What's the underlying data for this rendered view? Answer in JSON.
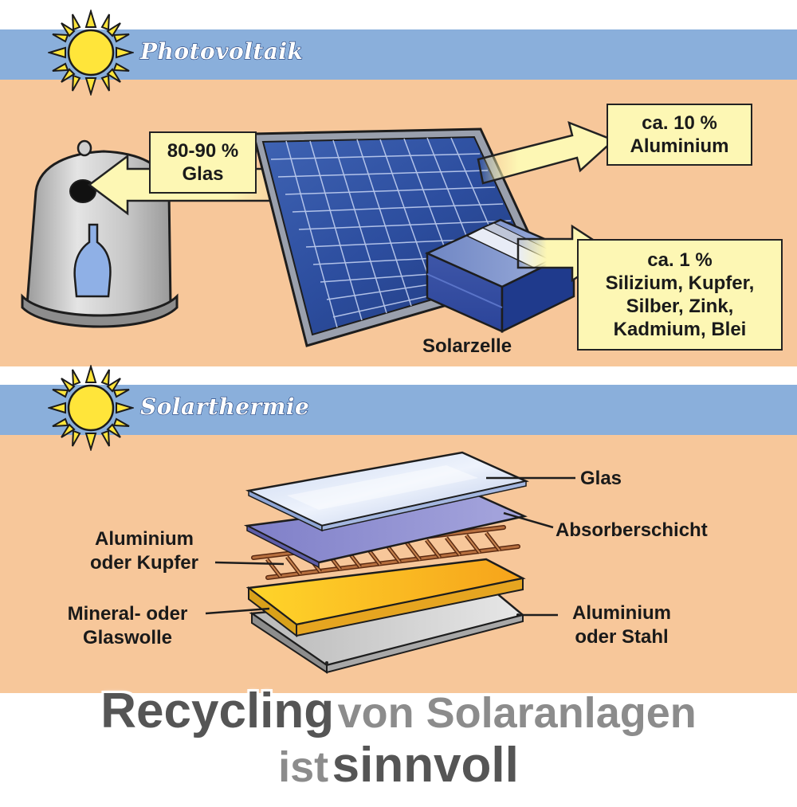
{
  "photovoltaik": {
    "title": "Photovoltaik",
    "glass_box": {
      "line1": "80-90 %",
      "line2": "Glas"
    },
    "aluminium_box": {
      "line1": "ca. 10 %",
      "line2": "Aluminium"
    },
    "metals_box": {
      "line1": "ca. 1 %",
      "line2": "Silizium, Kupfer,",
      "line3": "Silber, Zink,",
      "line4": "Kadmium, Blei"
    },
    "cell_label": "Solarzelle"
  },
  "solarthermie": {
    "title": "Solarthermie",
    "layers": {
      "glas": "Glas",
      "absorber": "Absorberschicht",
      "pipes": {
        "line1": "Aluminium",
        "line2": "oder Kupfer"
      },
      "insulation": {
        "line1": "Mineral- oder",
        "line2": "Glaswolle"
      },
      "frame": {
        "line1": "Aluminium",
        "line2": "oder Stahl"
      }
    }
  },
  "headline": {
    "part1": "Recycling",
    "part2": "von Solaranlagen",
    "part3": "ist",
    "part4": "sinnvoll"
  },
  "colors": {
    "banner": "#8aafdb",
    "section": "#f7c79a",
    "label_fill": "#fdf7b4",
    "sun": "#ffe53a",
    "panel": "#2c4fa0"
  }
}
